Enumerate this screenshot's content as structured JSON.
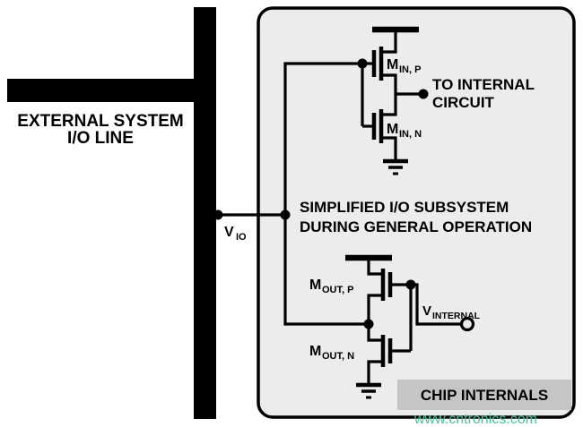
{
  "title": "Simplified I/O subsystem schematic",
  "colors": {
    "background": "#ffffff",
    "ink": "#000000",
    "chip_box_fill": "#ececec",
    "badge_fill": "#c5c5c5",
    "watermark_green": "#47c29b"
  },
  "external": {
    "label_line1": "EXTERNAL SYSTEM",
    "label_line2": "I/O LINE"
  },
  "nets": {
    "v_io": {
      "base": "V",
      "sub": "IO"
    },
    "v_internal": {
      "base": "V",
      "sub": "INTERNAL"
    }
  },
  "input_buffer": {
    "pmos_label": {
      "base": "M",
      "sub": "IN, P"
    },
    "nmos_label": {
      "base": "M",
      "sub": "IN, N"
    },
    "output_line1": "TO INTERNAL",
    "output_line2": "CIRCUIT"
  },
  "caption": {
    "line1": "SIMPLIFIED I/O SUBSYSTEM",
    "line2": "DURING GENERAL OPERATION"
  },
  "output_driver": {
    "pmos_label": {
      "base": "M",
      "sub": "OUT, P"
    },
    "nmos_label": {
      "base": "M",
      "sub": "OUT, N"
    }
  },
  "badge": {
    "label": "CHIP INTERNALS"
  },
  "watermark": "www.cntronics.com",
  "symbols": {
    "junction": "filled-dot",
    "terminal": "open-circle",
    "power": "vdd-t-rail",
    "ground": "three-bar-ground"
  }
}
